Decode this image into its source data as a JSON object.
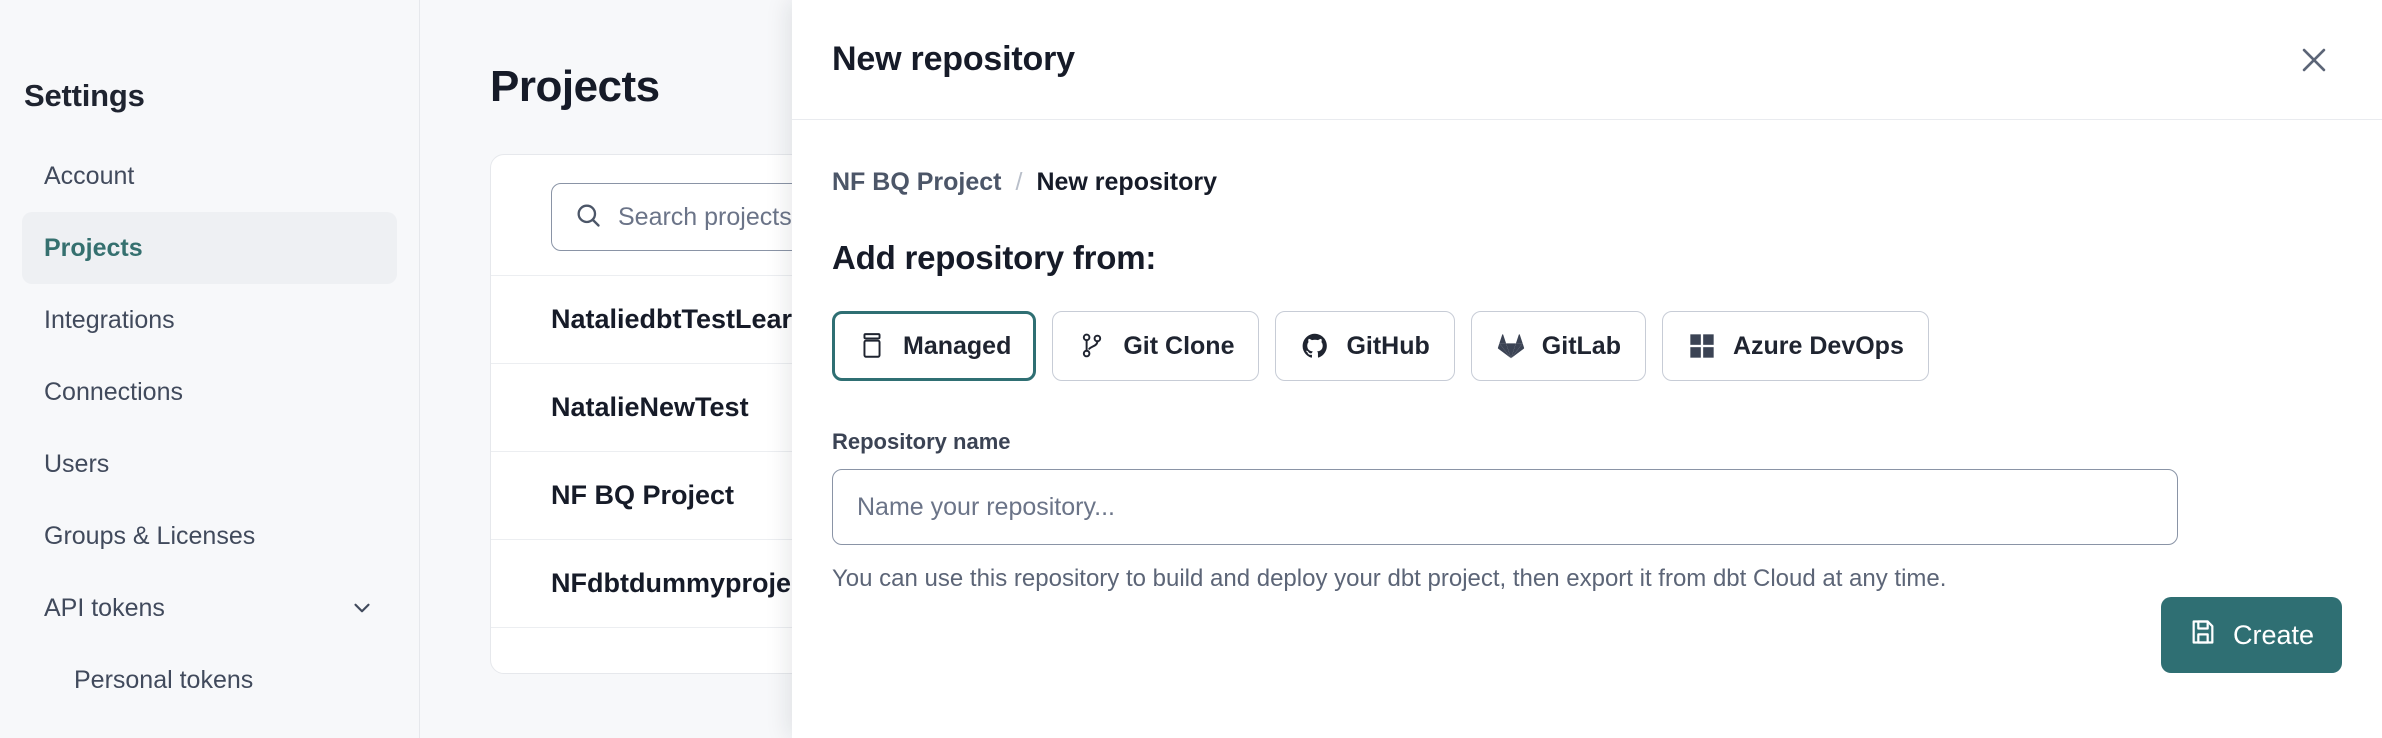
{
  "sidebar": {
    "title": "Settings",
    "items": [
      {
        "label": "Account",
        "icon": "",
        "active": false,
        "sub": false
      },
      {
        "label": "Projects",
        "icon": "",
        "active": true,
        "sub": false
      },
      {
        "label": "Integrations",
        "icon": "",
        "active": false,
        "sub": false
      },
      {
        "label": "Connections",
        "icon": "",
        "active": false,
        "sub": false
      },
      {
        "label": "Users",
        "icon": "",
        "active": false,
        "sub": false
      },
      {
        "label": "Groups & Licenses",
        "icon": "",
        "active": false,
        "sub": false
      },
      {
        "label": "API tokens",
        "icon": "chevron-down-icon",
        "active": false,
        "sub": false
      },
      {
        "label": "Personal tokens",
        "icon": "",
        "active": false,
        "sub": true
      }
    ]
  },
  "main": {
    "page_title": "Projects",
    "search": {
      "icon": "search-icon",
      "placeholder": "Search projects by name",
      "value": ""
    },
    "projects": [
      {
        "name": "NataliedbtTestLearn T"
      },
      {
        "name": "NatalieNewTest"
      },
      {
        "name": "NF BQ Project"
      },
      {
        "name": "NFdbtdummyproject"
      }
    ]
  },
  "modal": {
    "title": "New repository",
    "close_icon": "close-icon",
    "breadcrumb": {
      "parent": "NF BQ Project",
      "separator": "/",
      "current": "New repository"
    },
    "section_heading": "Add repository from:",
    "sources": [
      {
        "label": "Managed",
        "icon": "database-icon",
        "selected": true
      },
      {
        "label": "Git Clone",
        "icon": "git-branch-icon",
        "selected": false
      },
      {
        "label": "GitHub",
        "icon": "github-icon",
        "selected": false
      },
      {
        "label": "GitLab",
        "icon": "gitlab-icon",
        "selected": false
      },
      {
        "label": "Azure DevOps",
        "icon": "azure-devops-icon",
        "selected": false
      }
    ],
    "repository_name": {
      "label": "Repository name",
      "placeholder": "Name your repository...",
      "value": ""
    },
    "create_button": {
      "label": "Create",
      "icon": "save-icon"
    },
    "helper_text": "You can use this repository to build and deploy your dbt project, then export it from dbt Cloud at any time."
  },
  "colors": {
    "accent_teal": "#2f6f73",
    "active_nav_text": "#35706f",
    "page_bg": "#f7f8fa",
    "panel_bg": "#ffffff",
    "border": "#e6e8ec",
    "text_primary": "#161b28",
    "text_muted": "#5c6577"
  }
}
